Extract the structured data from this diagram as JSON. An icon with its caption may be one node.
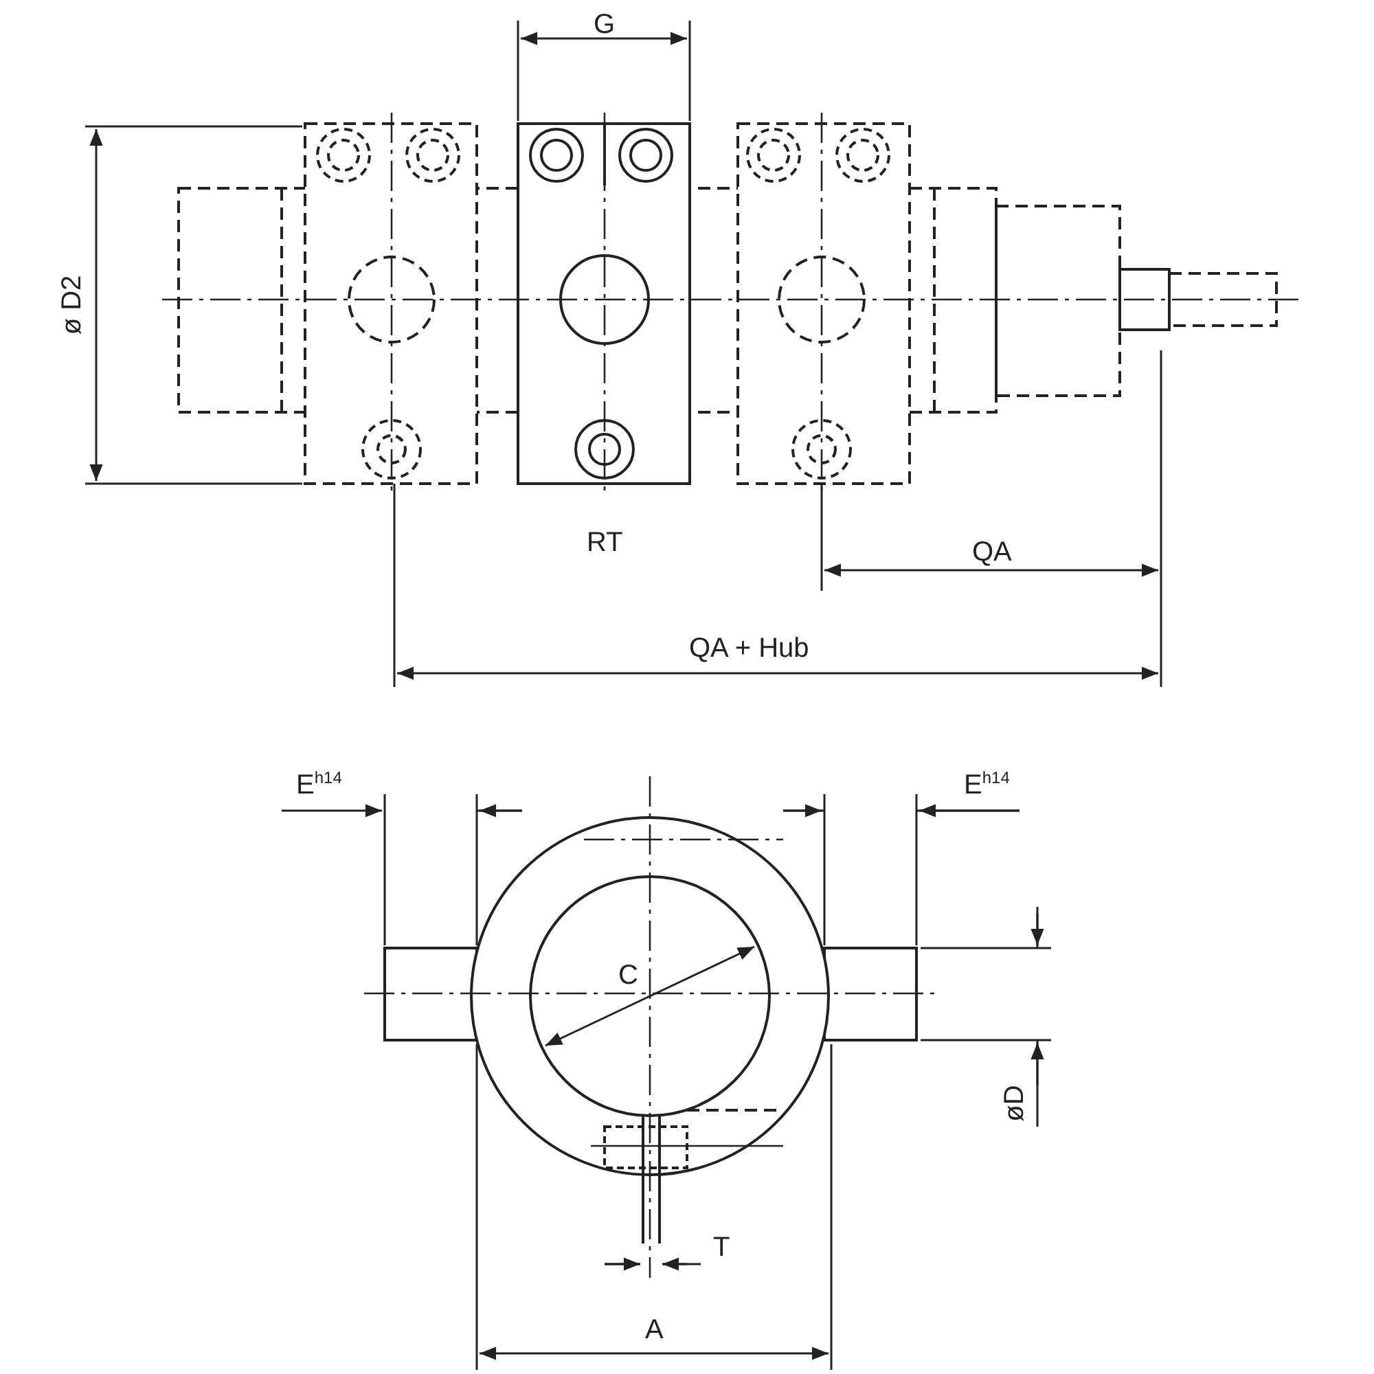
{
  "diagram": {
    "labels": [
      "G",
      "ø D2",
      "RT",
      "QA",
      "QA + Hub",
      "E$^{h14}$",
      "E$^{h14}$",
      "C",
      "øD",
      "T",
      "A"
    ]
  }
}
